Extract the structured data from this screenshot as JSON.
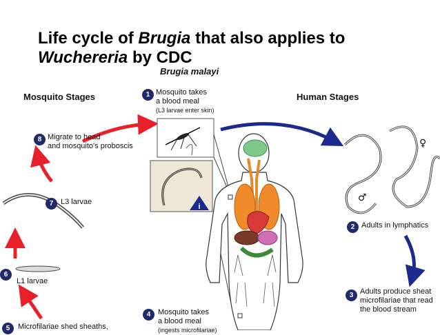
{
  "title": {
    "line1_prefix": "Life cycle of",
    "line1_italic": "Brugia",
    "line1_suffix": "that also applies to",
    "line2_italic": "Wuchereria",
    "line2_suffix": "by CDC"
  },
  "diagram": {
    "species": "Brugia malayi",
    "mosquito_stages_heading": "Mosquito Stages",
    "human_stages_heading": "Human Stages",
    "steps": [
      {
        "n": "1",
        "line1": "Mosquito takes",
        "line2": "a blood meal",
        "note": "(L3 larvae enter skin)"
      },
      {
        "n": "2",
        "line1": "Adults in lymphatics"
      },
      {
        "n": "3",
        "line1": "Adults produce sheat",
        "line2": "microfilariae that read",
        "line3": "the blood stream"
      },
      {
        "n": "4",
        "line1": "Mosquito takes",
        "line2": "a blood meal",
        "note": "(ingests microfilariae)"
      },
      {
        "n": "5",
        "line1": "Microfilariae shed sheaths,"
      },
      {
        "n": "6",
        "line1": "L1 larvae"
      },
      {
        "n": "7",
        "line1": "L3 larvae"
      },
      {
        "n": "8",
        "line1": "Migrate to head",
        "line2": "and mosquito's proboscis"
      }
    ],
    "female_symbol": "♀",
    "male_symbol": "♂",
    "info_symbol": "i",
    "colors": {
      "red_arrow": "#e8202a",
      "blue_arrow": "#1b2a8c",
      "badge": "#1f2a6b"
    }
  }
}
